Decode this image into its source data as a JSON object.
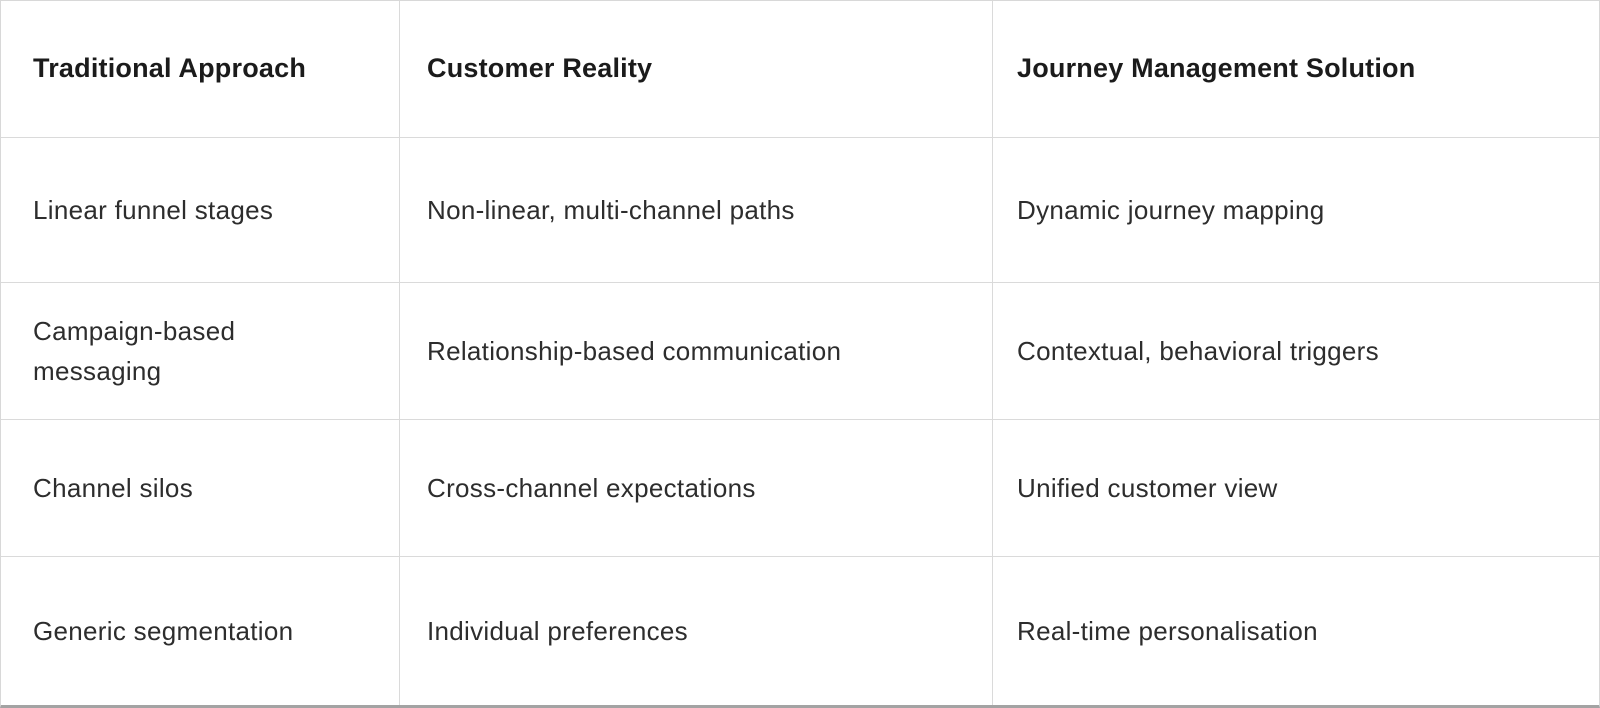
{
  "table": {
    "headers": [
      "Traditional Approach",
      "Customer Reality",
      "Journey Management Solution"
    ],
    "rows": [
      [
        "Linear funnel stages",
        "Non-linear, multi-channel paths",
        "Dynamic journey mapping"
      ],
      [
        "Campaign-based messaging",
        "Relationship-based communication",
        "Contextual, behavioral triggers"
      ],
      [
        "Channel silos",
        "Cross-channel expectations",
        "Unified customer view"
      ],
      [
        "Generic segmentation",
        "Individual preferences",
        "Real-time personalisation"
      ]
    ]
  },
  "colors": {
    "background": "#ffffff",
    "grid_line": "#dadada",
    "outer_border": "#d8d8d8",
    "bottom_edge": "#a3a3a3",
    "header_text": "#1b1b1b",
    "body_text": "#2d2d2d"
  }
}
